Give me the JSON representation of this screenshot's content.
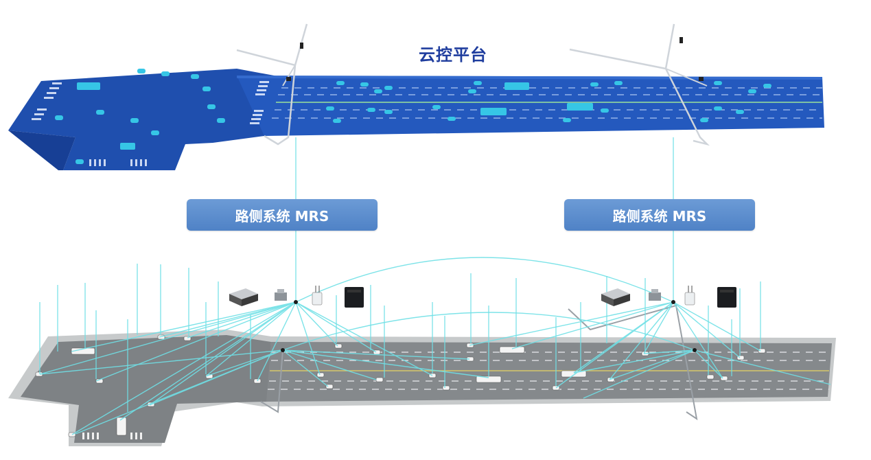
{
  "labels": {
    "cloud_platform": "云控平台",
    "mrs_left": "路侧系统 MRS",
    "mrs_right": "路侧系统 MRS"
  },
  "colors": {
    "digital_road": "#1f4fae",
    "digital_road_dark": "#173f95",
    "vehicle_digital": "#36c6e6",
    "link_line": "#6fe0e6",
    "real_road": "#808487",
    "real_sidewalk": "#c7cacb",
    "label_box": "#5b8fd0",
    "title_text": "#1f3d9e"
  }
}
